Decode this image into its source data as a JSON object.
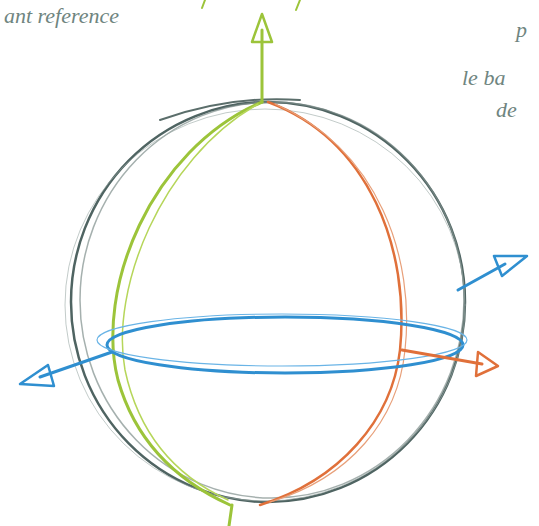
{
  "diagram": {
    "labels": [
      "ant reference",
      "p",
      "le ba",
      "de"
    ]
  }
}
